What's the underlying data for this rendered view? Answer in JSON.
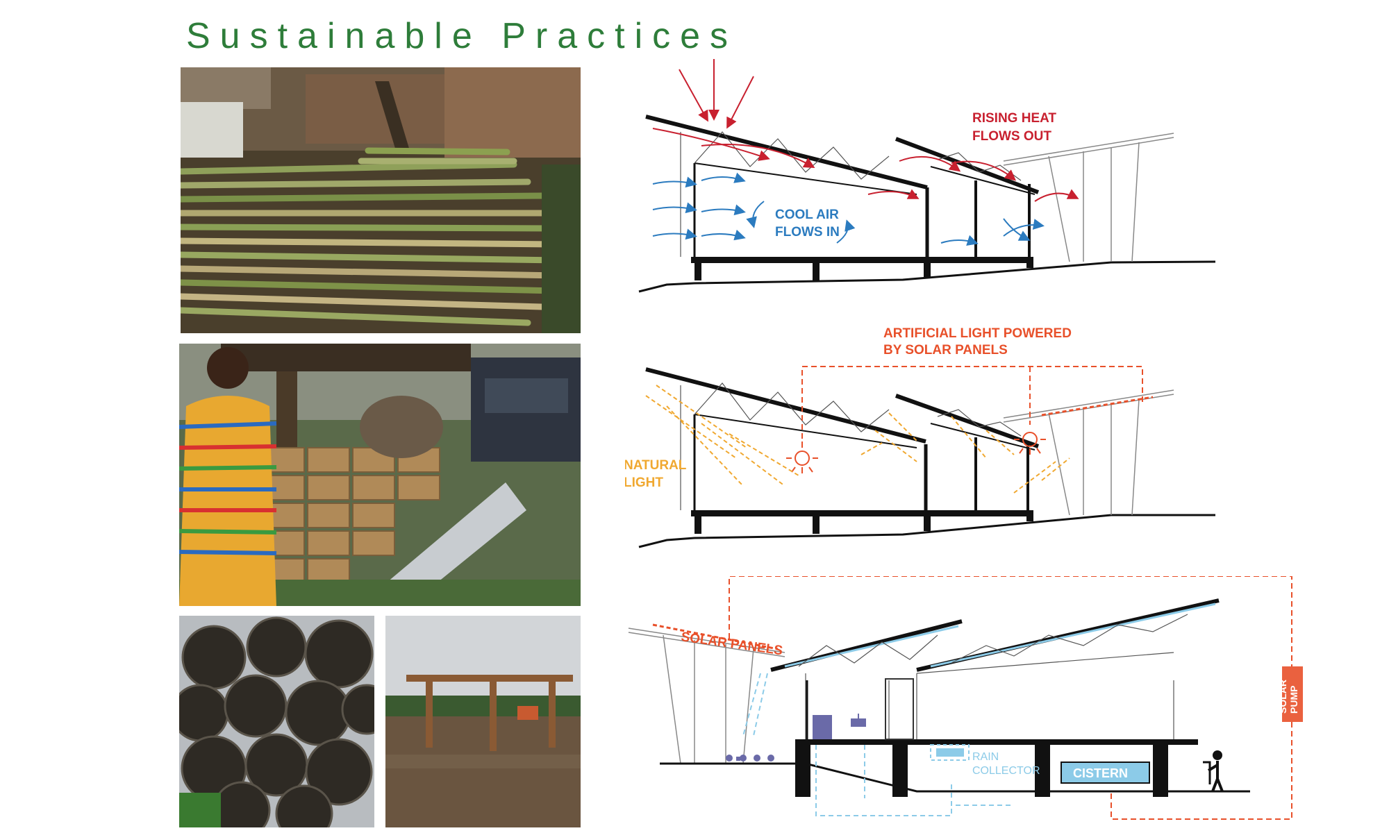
{
  "title": "Sustainable   Practices",
  "photos": [
    {
      "subject": "bamboo-poles"
    },
    {
      "subject": "man-with-earth-blocks"
    },
    {
      "subject": "timber-logs"
    },
    {
      "subject": "timber-frame"
    }
  ],
  "diagram1": {
    "heat_label_line1": "RISING HEAT",
    "heat_label_line2": "FLOWS OUT",
    "cool_label_line1": "COOL AIR",
    "cool_label_line2": "FLOWS IN",
    "colors": {
      "heat": "#c8202f",
      "cool": "#2b7bbf"
    }
  },
  "diagram2": {
    "artificial_label_line1": "ARTIFICIAL LIGHT POWERED",
    "artificial_label_line2": "BY SOLAR PANELS",
    "natural_label_line1": "NATURAL",
    "natural_label_line2": "LIGHT",
    "colors": {
      "artificial": "#e8502a",
      "natural": "#f0a830"
    }
  },
  "diagram3": {
    "solar_panels_label": "SOLAR PANELS",
    "rain_label_line1": "RAIN",
    "rain_label_line2": "COLLECTOR",
    "cistern_label": "CISTERN",
    "pump_label_line1": "SOLAR",
    "pump_label_line2": "PUMP",
    "colors": {
      "solar": "#e8502a",
      "water": "#8ccbe8",
      "fixture": "#6a6aa8"
    }
  }
}
